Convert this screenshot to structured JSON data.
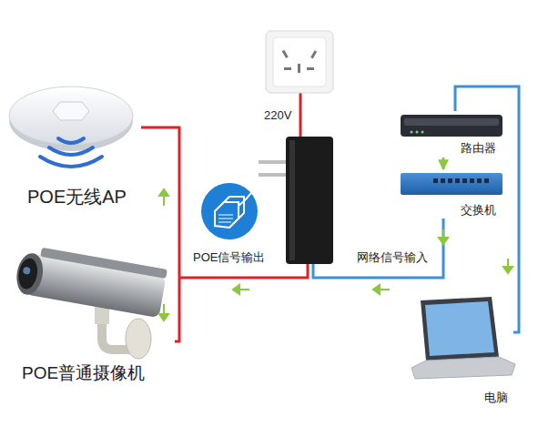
{
  "diagram": {
    "nodes": [
      {
        "text": [
          "POE无线AP"
        ]
      },
      {
        "text": [
          "POE普通摄像机"
        ]
      },
      {
        "text": [
          "路由器"
        ]
      },
      {
        "text": [
          "交换机"
        ]
      },
      {
        "text": [
          "电脑"
        ]
      }
    ],
    "edges": [
      {
        "from": 0,
        "to": 1,
        "arrow": "none"
      },
      {
        "from": 2,
        "to": 3,
        "arrow": "to"
      },
      {
        "from": 2,
        "to": 4,
        "arrow": "none"
      }
    ],
    "labels": [
      "220V",
      "POE信号输出",
      "网络信号输入"
    ]
  }
}
